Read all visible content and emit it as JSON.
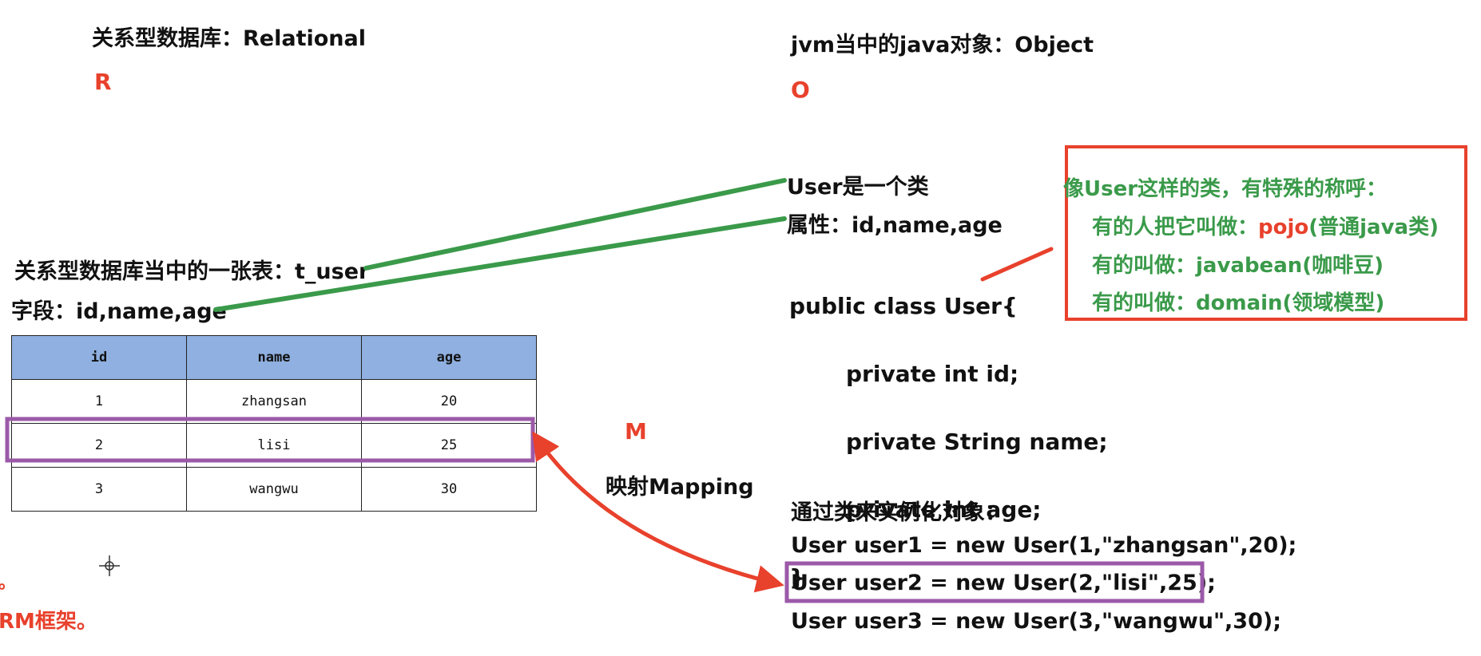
{
  "left": {
    "relational_title": "关系型数据库：Relational",
    "letter_r": "R",
    "table_title": "关系型数据库当中的一张表：t_user",
    "fields": "字段：id,name,age",
    "table": {
      "headers": [
        "id",
        "name",
        "age"
      ],
      "rows": [
        [
          "1",
          "zhangsan",
          "20"
        ],
        [
          "2",
          "lisi",
          "25"
        ],
        [
          "3",
          "wangwu",
          "30"
        ]
      ]
    },
    "cut_off_text_top": "。",
    "cut_off_text": "RM框架。"
  },
  "middle": {
    "letter_m": "M",
    "mapping": "映射Mapping"
  },
  "right": {
    "object_title": "jvm当中的java对象：Object",
    "letter_o": "O",
    "user_class": "User是一个类",
    "attributes": "属性：id,name,age",
    "code": [
      "public class User{",
      "    private int id;",
      "    private String name;",
      "    private int age;",
      "}"
    ],
    "instantiate_title": "通过类来实例化对象：",
    "instances": [
      "User user1 = new User(1,\"zhangsan\",20);",
      "User user2 = new User(2,\"lisi\",25);",
      "User user3 = new User(3,\"wangwu\",30);"
    ]
  },
  "note": {
    "title": "像User这样的类，有特殊的称呼：",
    "line1_prefix": "有的人把它叫做：",
    "line1_highlight": "pojo",
    "line1_suffix": "(普通java类)",
    "line2": "有的叫做：javabean(咖啡豆)",
    "line3": "有的叫做：domain(领域模型)"
  },
  "colors": {
    "green_line": "#3a9a4a",
    "red_arrow": "#e8412c",
    "purple_box": "#9b59a8",
    "header_blue": "#8fb0e0"
  }
}
